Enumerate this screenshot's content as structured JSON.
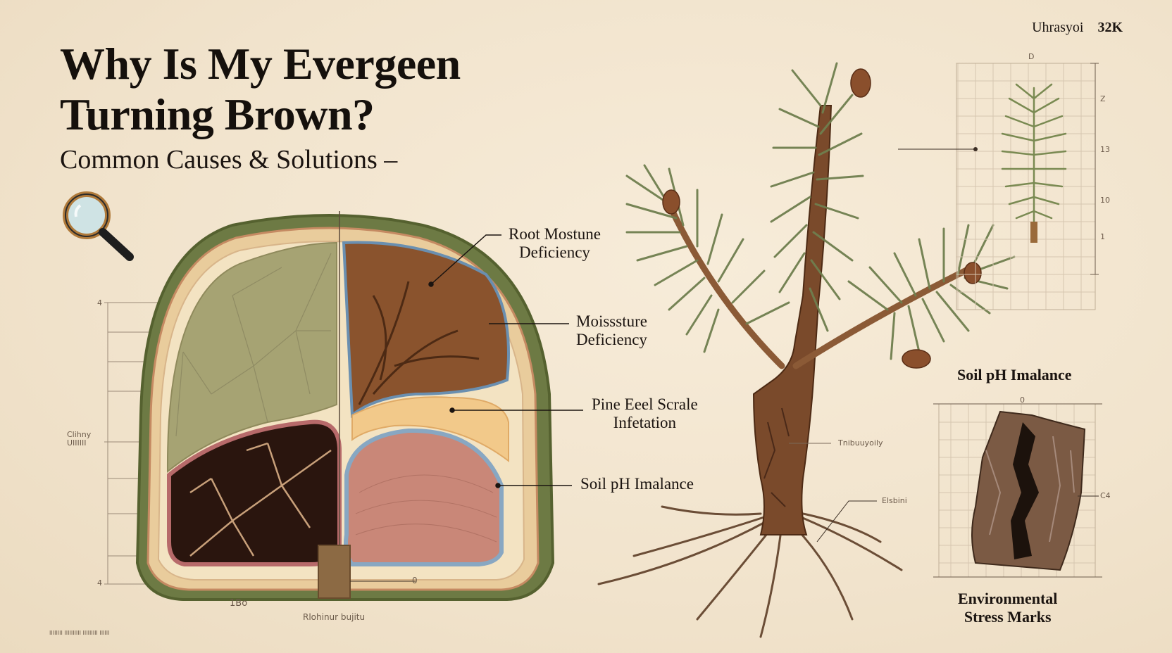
{
  "header": {
    "title": "Why Is My Evergeen Turning Brown?",
    "subtitle": "Common Causes & Solutions –",
    "corner_label": "Uhrasyoi",
    "corner_value": "32K"
  },
  "cross_section": {
    "callouts": [
      {
        "id": "root-moisture",
        "text": "Root Mostune\nDeficiency"
      },
      {
        "id": "moisture",
        "text": "Moisssture\nDeficiency"
      },
      {
        "id": "scale",
        "text": "Pine Eeel Scrale\nInfetation"
      },
      {
        "id": "soil-ph",
        "text": "Soil pH Imalance"
      }
    ],
    "scale_top": "4",
    "scale_bottom": "4",
    "scale_mid": "Clihny\nUIIIIII",
    "base_label": "1Bo",
    "base_caption": "Rlohinur bujitu",
    "measure_value": "0",
    "footnote": "IIIIIIII IIIIIIIIII IIIIIIIII IIIIII"
  },
  "tree": {
    "labels": [
      {
        "id": "trunk",
        "text": "Tnibuuyoily"
      },
      {
        "id": "root",
        "text": "Elsbini"
      }
    ]
  },
  "needle_panel": {
    "caption": "Soil pH Imalance",
    "top_tick": "D",
    "ticks": [
      "Z",
      "13",
      "10",
      "1"
    ]
  },
  "bark_panel": {
    "caption": "Environmental\nStress Marks",
    "top_tick": "0",
    "side_tick": "C4"
  },
  "colors": {
    "background": "#f2e5cf",
    "ink": "#1b1410",
    "needle_green": "#6f7e4e",
    "bark_brown": "#7a4a2b",
    "healthy_tissue": "#a6a373",
    "brown_tissue": "#8a532d",
    "pink_tissue": "#c98778"
  }
}
